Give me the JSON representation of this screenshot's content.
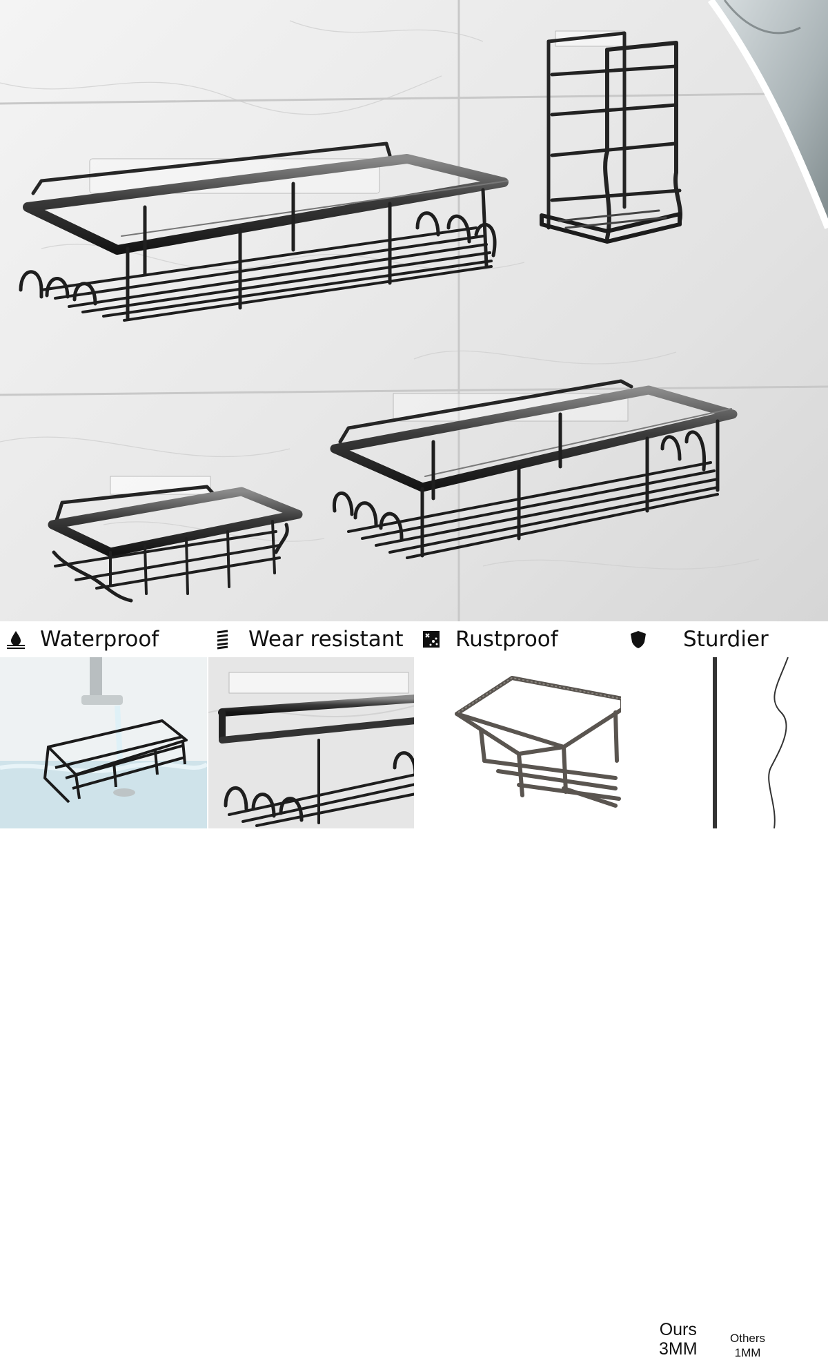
{
  "features": [
    {
      "label": "Waterproof",
      "icon": "water-drop-icon"
    },
    {
      "label": "Wear resistant",
      "icon": "stripes-icon"
    },
    {
      "label": "Rustproof",
      "icon": "rust-icon"
    },
    {
      "label": "Sturdier",
      "icon": "shield-icon"
    }
  ],
  "comparison": {
    "ours_label": "Ours",
    "ours_value": "3MM",
    "others_label": "Others",
    "others_value": "1MM"
  },
  "colors": {
    "metal": "#1e1e1e",
    "metal_highlight": "#6a6a6a",
    "wall": "#e8e8e8",
    "water": "#cfe6ef"
  }
}
